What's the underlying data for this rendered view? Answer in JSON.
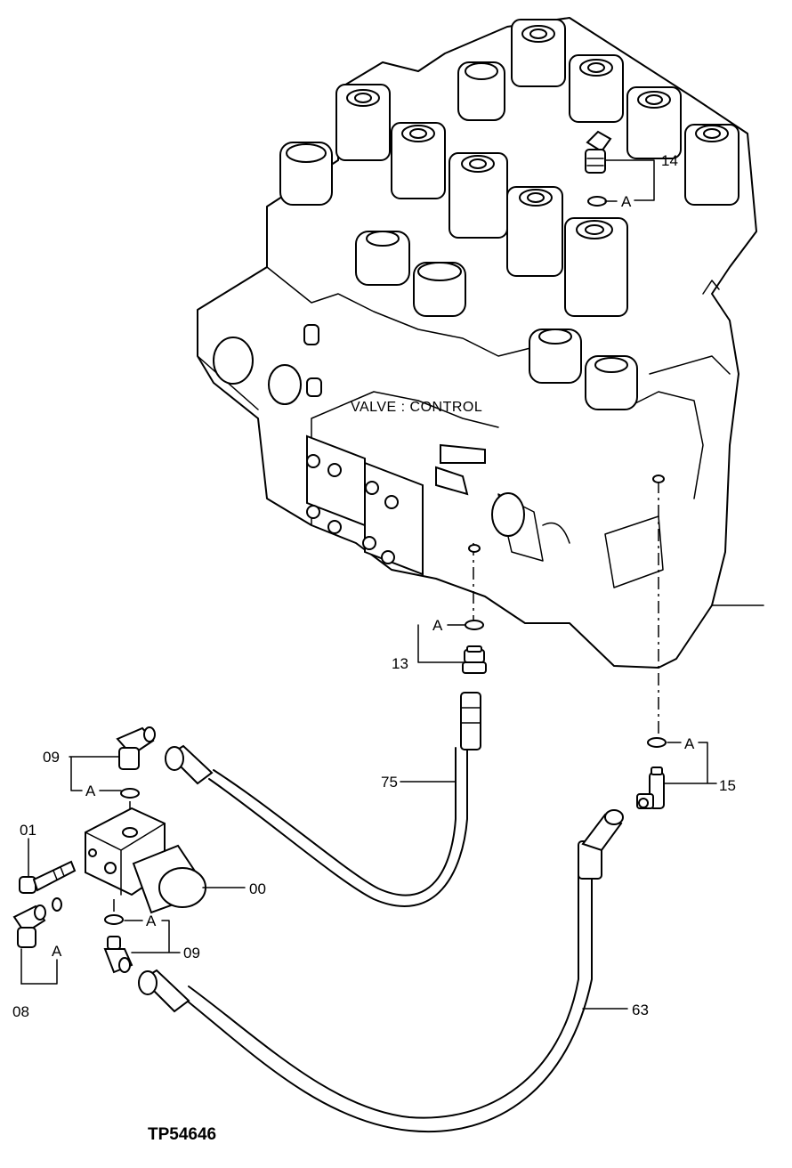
{
  "diagram_code": "TP54646",
  "component_title": "VALVE : CONTROL",
  "detail_marker": "A",
  "callouts": {
    "part_00": "00",
    "part_01": "01",
    "part_08": "08",
    "part_09_upper": "09",
    "part_09_lower": "09",
    "part_13": "13",
    "part_14": "14",
    "part_15": "15",
    "part_63": "63",
    "part_75": "75"
  }
}
